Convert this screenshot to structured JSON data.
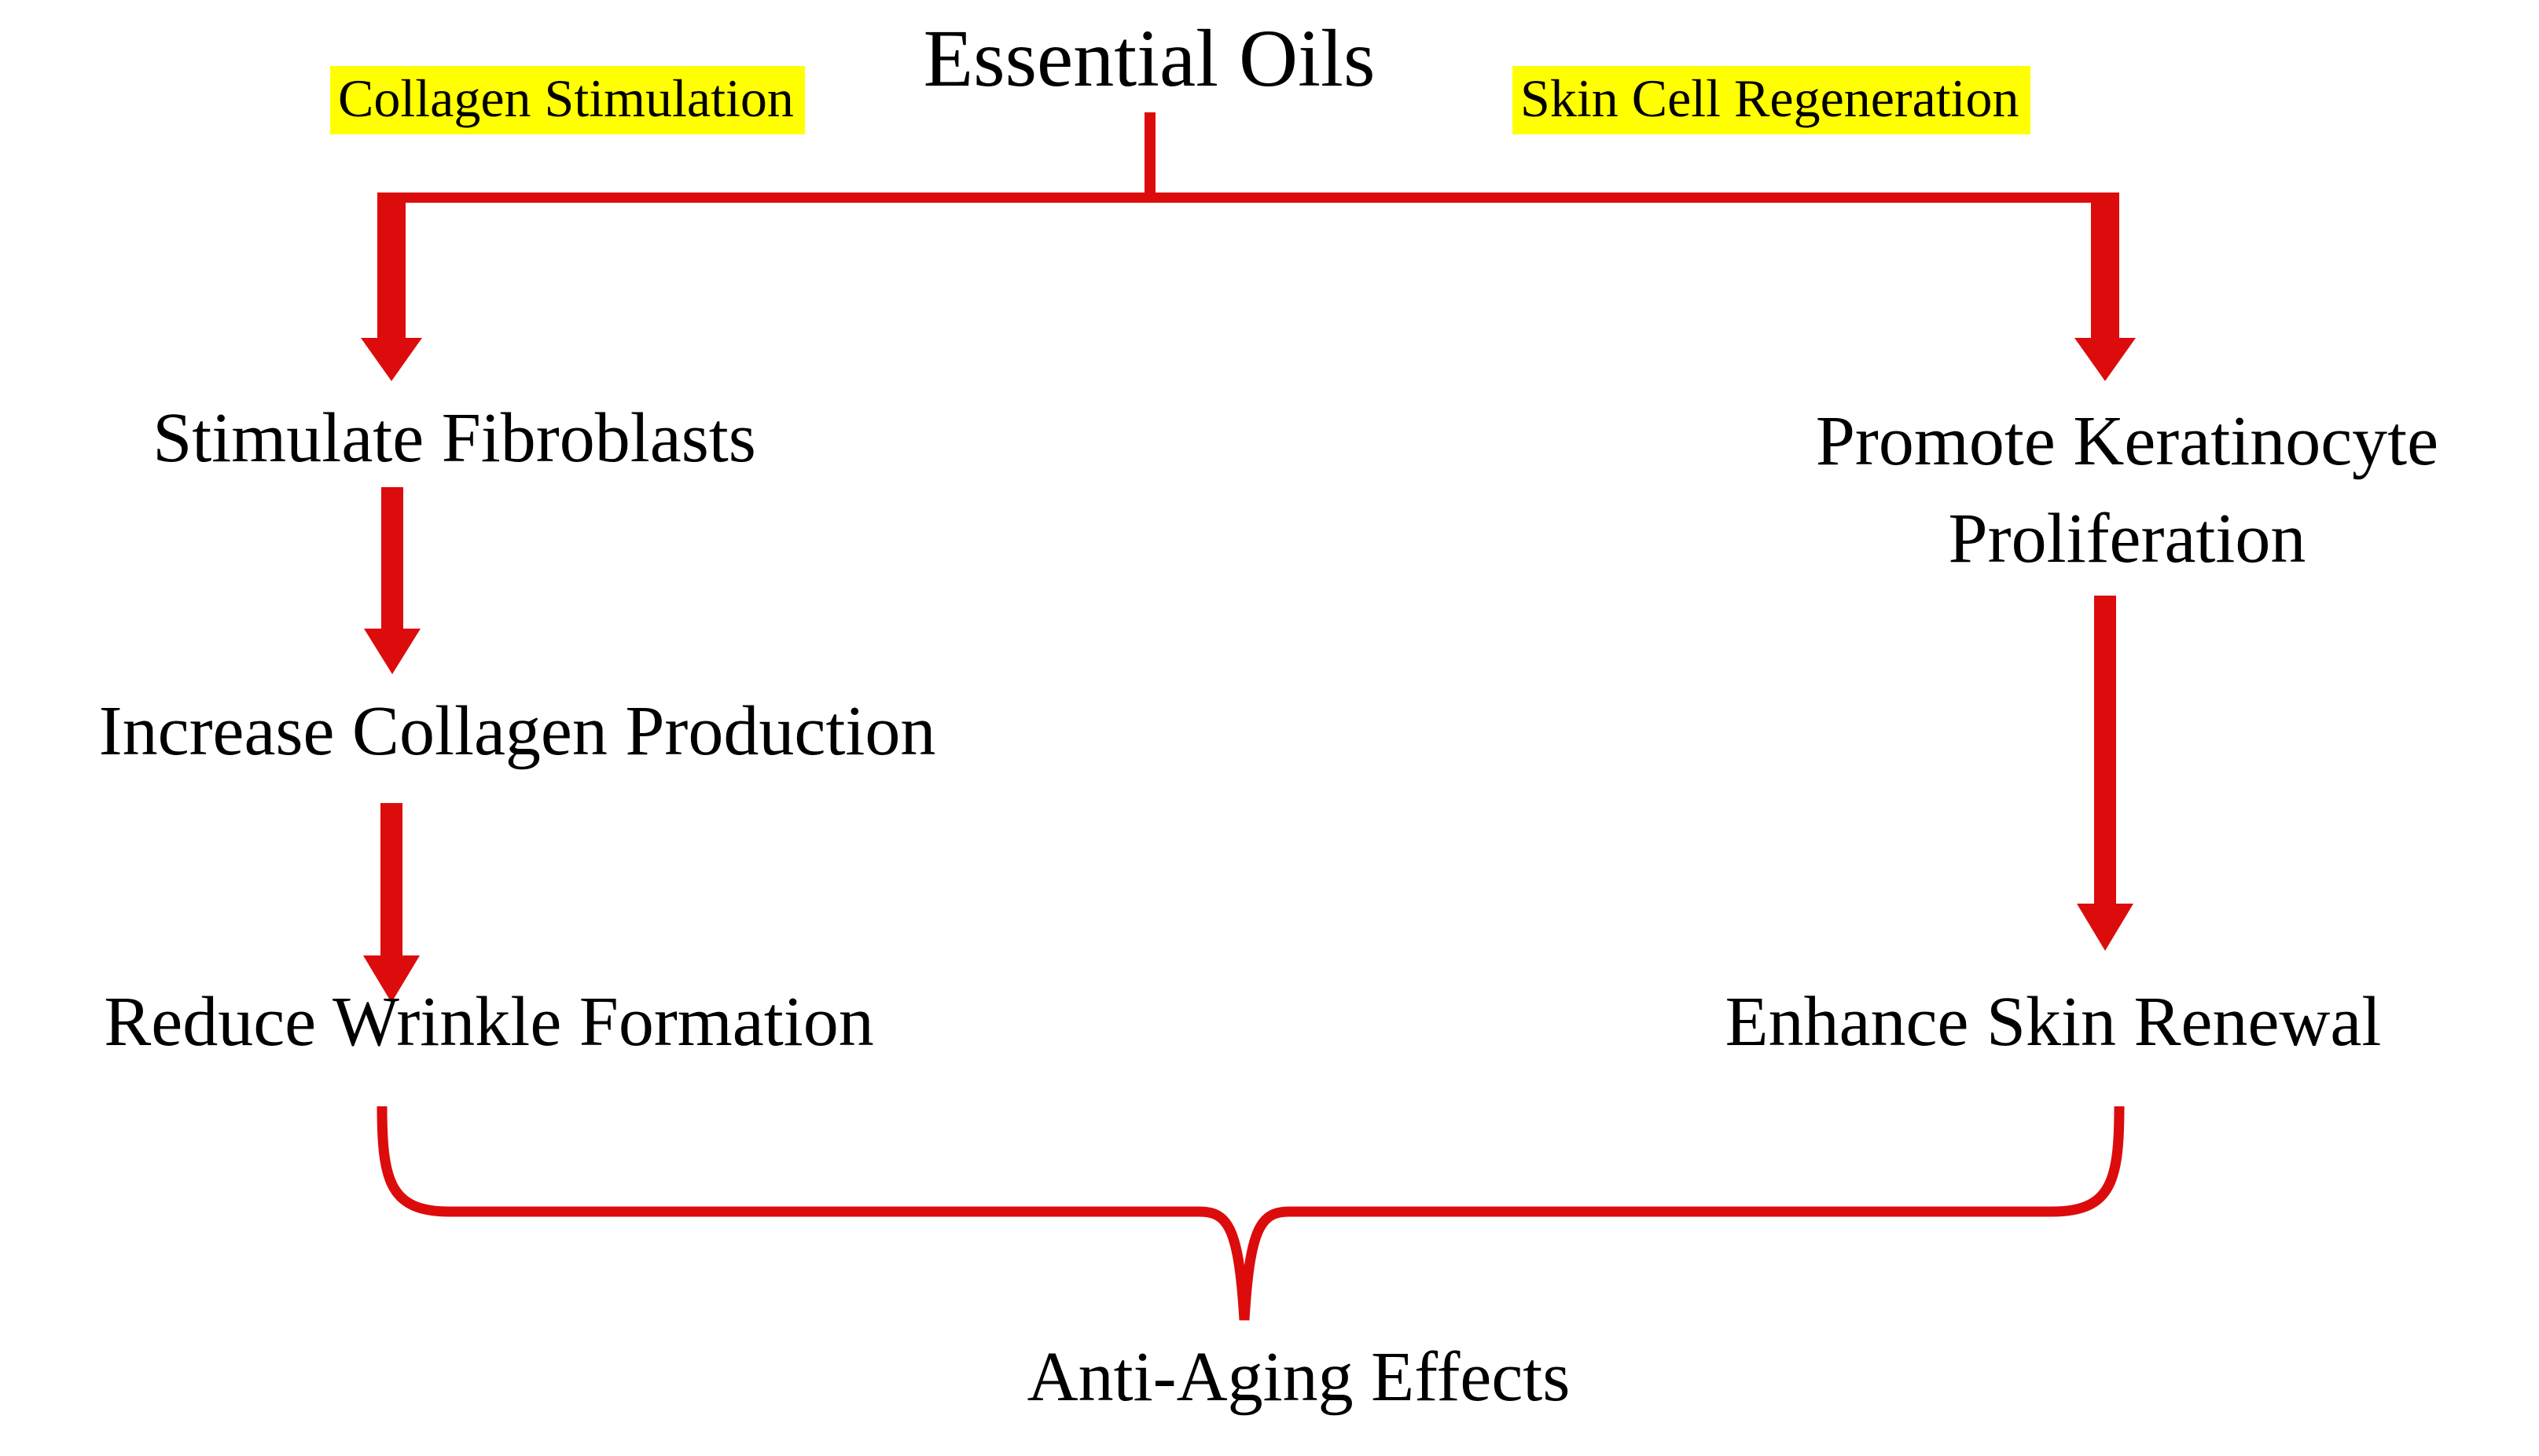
{
  "page": {
    "background": "#FFFFFF"
  },
  "colors": {
    "arrow_red": "#DC0C0C",
    "highlight_yellow": "#FFFF00",
    "text_black": "#000000"
  },
  "diagram": {
    "title": "Essential Oils",
    "left_pathway_label": "Collagen Stimulation",
    "right_pathway_label": "Skin Cell Regeneration",
    "left_steps": [
      "Stimulate Fibroblasts",
      "Increase Collagen Production",
      "Reduce Wrinkle Formation"
    ],
    "right_steps": [
      "Promote Keratinocyte Proliferation",
      "Enhance Skin Renewal"
    ],
    "outcome": "Anti-Aging Effects",
    "flow": [
      "Essential Oils -> Stimulate Fibroblasts (Collagen Stimulation branch)",
      "Stimulate Fibroblasts -> Increase Collagen Production",
      "Increase Collagen Production -> Reduce Wrinkle Formation",
      "Essential Oils -> Promote Keratinocyte Proliferation (Skin Cell Regeneration branch)",
      "Promote Keratinocyte Proliferation -> Enhance Skin Renewal",
      "Reduce Wrinkle Formation + Enhance Skin Renewal -> Anti-Aging Effects"
    ]
  }
}
